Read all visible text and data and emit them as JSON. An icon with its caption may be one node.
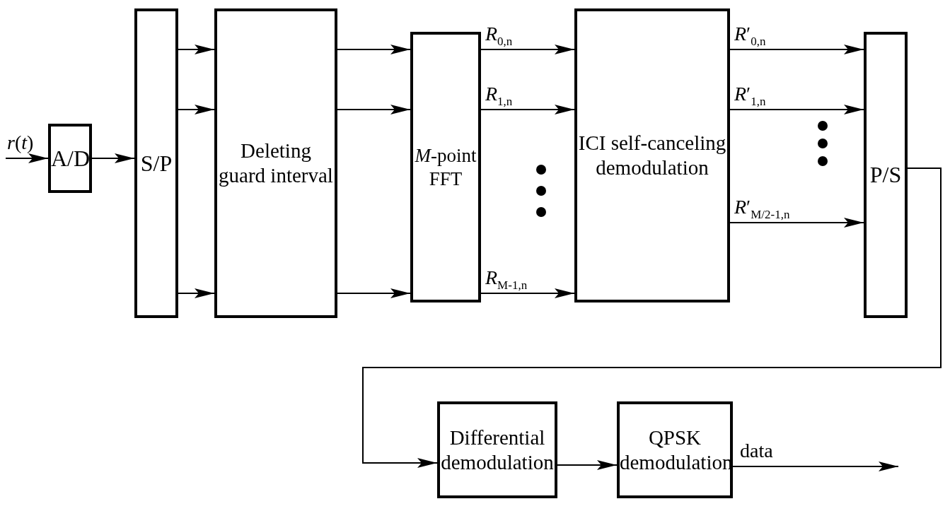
{
  "diagram": {
    "nodes": [
      {
        "text": [
          "A/D"
        ]
      },
      {
        "text": [
          "S/P"
        ]
      },
      {
        "text": [
          "Deleting guard interval"
        ]
      },
      {
        "text": [
          "*M*-point FFT"
        ]
      },
      {
        "text": [
          "ICI self-canceling demodulation"
        ]
      },
      {
        "text": [
          "P/S"
        ]
      },
      {
        "text": [
          "Differential demodulation"
        ]
      },
      {
        "text": [
          "QPSK demodulation"
        ]
      }
    ],
    "edges": [
      {
        "from": null,
        "to": 0,
        "arrow": "to",
        "label": "*r*(*t*)"
      },
      {
        "from": 0,
        "to": 1,
        "arrow": "to"
      },
      {
        "from": 1,
        "to": 2,
        "arrow": "to"
      },
      {
        "from": 1,
        "to": 2,
        "arrow": "to"
      },
      {
        "from": 1,
        "to": 2,
        "arrow": "to"
      },
      {
        "from": 2,
        "to": 3,
        "arrow": "to"
      },
      {
        "from": 2,
        "to": 3,
        "arrow": "to"
      },
      {
        "from": 2,
        "to": 3,
        "arrow": "to"
      },
      {
        "from": 3,
        "to": 4,
        "arrow": "to",
        "label": "*R*$_{0,n}$"
      },
      {
        "from": 3,
        "to": 4,
        "arrow": "to",
        "label": "*R*$_{1,n}$"
      },
      {
        "from": 3,
        "to": 4,
        "arrow": "to",
        "label": "*R*$_{M-1,n}$"
      },
      {
        "from": 4,
        "to": 5,
        "arrow": "to",
        "label": "*R*′$_{0,n}$"
      },
      {
        "from": 4,
        "to": 5,
        "arrow": "to",
        "label": "*R*′$_{1,n}$"
      },
      {
        "from": 4,
        "to": 5,
        "arrow": "to",
        "label": "*R*′$_{M/2-1,n}$"
      },
      {
        "from": 5,
        "to": 6,
        "arrow": "to"
      },
      {
        "from": 6,
        "to": 7,
        "arrow": "to"
      },
      {
        "from": 7,
        "to": null,
        "arrow": "to",
        "label": "data"
      }
    ]
  }
}
